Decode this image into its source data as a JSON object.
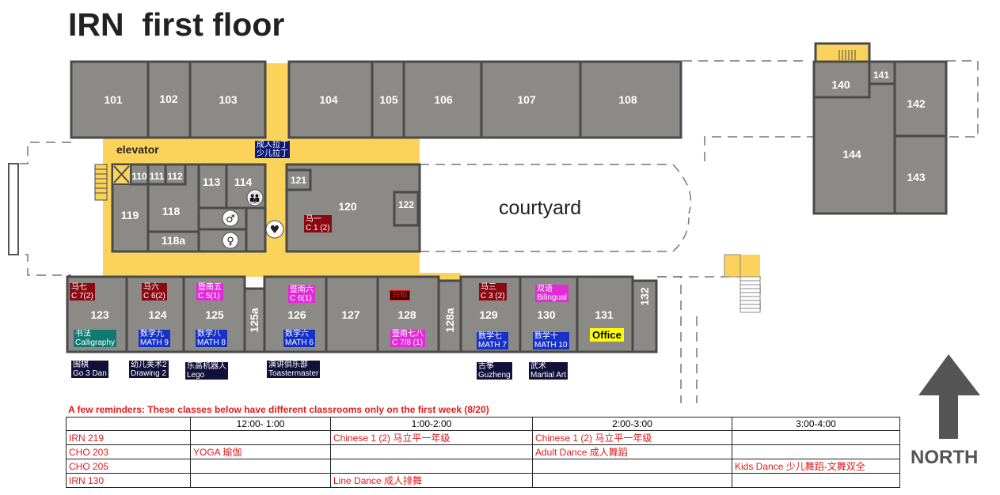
{
  "title": "IRN  first floor",
  "rooms": {
    "r101": "101",
    "r102": "102",
    "r103": "103",
    "r104": "104",
    "r105": "105",
    "r106": "106",
    "r107": "107",
    "r108": "108",
    "r110": "110",
    "r111": "111",
    "r112": "112",
    "r113": "113",
    "r114": "114",
    "r118": "118",
    "r118a": "118a",
    "r119": "119",
    "r120": "120",
    "r121": "121",
    "r122": "122",
    "r123": "123",
    "r124": "124",
    "r125": "125",
    "r125a": "125a",
    "r126": "126",
    "r127": "127",
    "r128": "128",
    "r128a": "128a",
    "r129": "129",
    "r130": "130",
    "r131": "131",
    "r132": "132",
    "r140": "140",
    "r141": "141",
    "r142": "142",
    "r143": "143",
    "r144": "144"
  },
  "areas": {
    "elevator": "elevator",
    "courtyard": "courtyard"
  },
  "classes": {
    "adult_latin": [
      "成人拉丁",
      "少儿拉丁"
    ],
    "r120_class": [
      "马一",
      "C 1 (2)"
    ],
    "r123_top": [
      "马七",
      "C 7(2)"
    ],
    "r124_top": [
      "马六",
      "C 6(2)"
    ],
    "r125_top": [
      "暨南五",
      "C 5(1)"
    ],
    "r126_top": [
      "暨南六",
      "C 6(1)"
    ],
    "r128_top": [
      "白板"
    ],
    "r129_top": [
      "马三",
      "C 3 (2)"
    ],
    "r130_top": [
      "双语",
      "Bilingual"
    ],
    "r123_bottom": [
      "书法",
      "Calligraphy"
    ],
    "r124_bottom": [
      "数学九",
      "MATH 9"
    ],
    "r125_bottom": [
      "数学八",
      "MATH 8"
    ],
    "r126_bottom": [
      "数学六",
      "MATH 6"
    ],
    "r128_bottom": [
      "暨南七八",
      "C 7/8 (1)"
    ],
    "r129_bottom": [
      "数学七",
      "MATH 7"
    ],
    "r130_bottom": [
      "数学十",
      "MATH 10"
    ],
    "office": "Office",
    "hall_go": [
      "围棋",
      "Go 3 Dan"
    ],
    "hall_drawing": [
      "幼儿美术2",
      "Drawing 2"
    ],
    "hall_lego": [
      "乐高机器人",
      "Lego"
    ],
    "hall_toast": [
      "演讲俱乐部",
      "Toastermaster"
    ],
    "hall_guzheng": [
      "古筝",
      "Guzheng"
    ],
    "hall_martial": [
      "武术",
      "Martial Art"
    ]
  },
  "reminder": "A few reminders: These classes below have different classrooms only on the first week (8/20)",
  "schedule": {
    "headers": [
      "",
      "12:00- 1:00",
      "1:00-2:00",
      "2:00-3:00",
      "3:00-4:00"
    ],
    "rows": [
      [
        "IRN 219",
        "",
        "Chinese 1 (2) 马立平一年级",
        "Chinese 1 (2) 马立平一年级",
        ""
      ],
      [
        "CHO 203",
        "YOGA 瑜伽",
        "",
        "Adult Dance 成人舞蹈",
        ""
      ],
      [
        "CHO 205",
        "",
        "",
        "",
        "Kids Dance 少儿舞蹈-文舞双全"
      ],
      [
        "IRN 130",
        "",
        "Line Dance 成人排舞",
        "",
        ""
      ]
    ]
  },
  "north": "NORTH",
  "colors": {
    "room": "#8b8a87",
    "wall": "#4a4a4a",
    "hall": "#fbd35a",
    "text_red": "#e01b1b"
  },
  "icons": [
    "restroom-men-icon",
    "restroom-women-icon",
    "restroom-family-icon",
    "aed-heart-icon",
    "north-arrow-icon"
  ]
}
